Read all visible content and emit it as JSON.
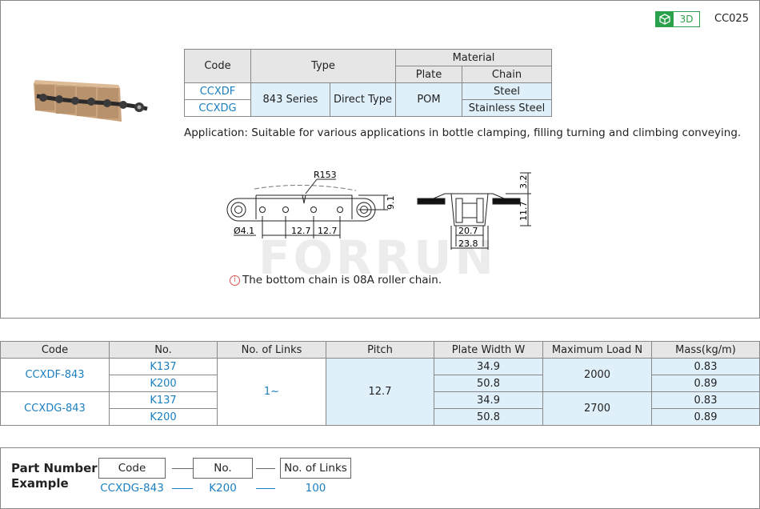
{
  "header": {
    "badge_label": "3D",
    "badge_icon": "cube-icon",
    "catalog_code": "CC025",
    "accent_color": "#2aa14a"
  },
  "type_table": {
    "headers": {
      "code": "Code",
      "type": "Type",
      "material": "Material",
      "plate": "Plate",
      "chain": "Chain"
    },
    "rows": [
      {
        "code": "CCXDF",
        "chain": "Steel"
      },
      {
        "code": "CCXDG",
        "chain": "Stainless Steel"
      }
    ],
    "series": "843 Series",
    "direct_type": "Direct Type",
    "plate": "POM"
  },
  "application": "Application: Suitable for various applications in bottle clamping, filling turning and climbing conveying.",
  "drawing": {
    "radius": "R153",
    "hole_dia": "Ø4.1",
    "pitch_a": "12.7",
    "pitch_b": "12.7",
    "height": "9.1",
    "thickness": "3.2",
    "overall_height": "11.7",
    "inner_width": "20.7",
    "outer_width": "23.8"
  },
  "watermark": "FORRUN",
  "note": "The bottom chain is 08A roller chain.",
  "spec_table": {
    "headers": [
      "Code",
      "No.",
      "No. of Links",
      "Pitch",
      "Plate Width W",
      "Maximum Load N",
      "Mass(kg/m)"
    ],
    "groups": [
      {
        "code": "CCXDF-843",
        "load": "2000",
        "rows": [
          {
            "no": "K137",
            "width": "34.9",
            "mass": "0.83"
          },
          {
            "no": "K200",
            "width": "50.8",
            "mass": "0.89"
          }
        ]
      },
      {
        "code": "CCXDG-843",
        "load": "2700",
        "rows": [
          {
            "no": "K137",
            "width": "34.9",
            "mass": "0.83"
          },
          {
            "no": "K200",
            "width": "50.8",
            "mass": "0.89"
          }
        ]
      }
    ],
    "links": "1~",
    "pitch": "12.7"
  },
  "part_number": {
    "title_line1": "Part Number",
    "title_line2": "Example",
    "labels": {
      "code": "Code",
      "no": "No.",
      "links": "No. of Links"
    },
    "values": {
      "code": "CCXDG-843",
      "no": "K200",
      "links": "100"
    }
  }
}
